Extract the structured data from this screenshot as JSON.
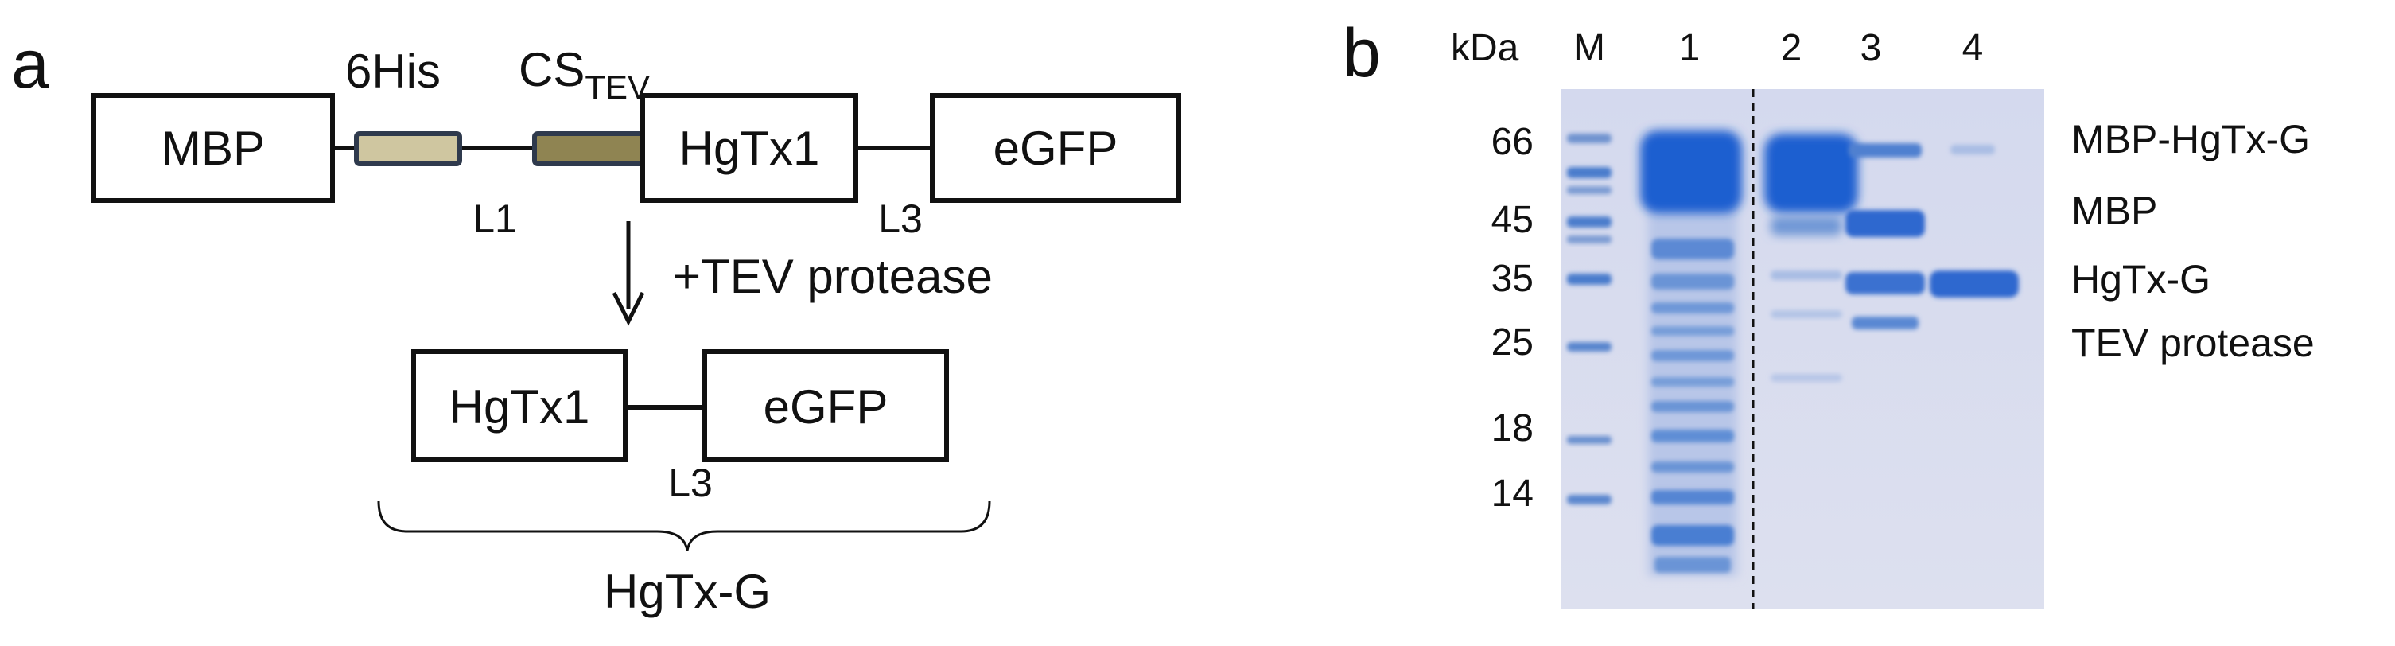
{
  "panel_a": {
    "letter": "a",
    "construct": {
      "mbp": "MBP",
      "his_tag": "6His",
      "cs_main": "CS",
      "cs_sub": "TEV",
      "hgtx1": "HgTx1",
      "egfp": "eGFP",
      "linker_l1": "L1",
      "linker_l3": "L3"
    },
    "arrow_label": "+TEV protease",
    "product": {
      "hgtx1": "HgTx1",
      "egfp": "eGFP",
      "linker_l3": "L3",
      "name": "HgTx-G"
    },
    "colors": {
      "his_tag_fill": "#cfc6a0",
      "cs_fill": "#8f8452",
      "tag_border": "#2f3a4d"
    }
  },
  "panel_b": {
    "letter": "b",
    "unit": "kDa",
    "lanes": [
      "M",
      "1",
      "2",
      "3",
      "4"
    ],
    "markers": [
      "66",
      "45",
      "35",
      "25",
      "18",
      "14"
    ],
    "bands": [
      "MBP-HgTx-G",
      "MBP",
      "HgTx-G",
      "TEV protease"
    ],
    "colors": {
      "gel_background": "#d9dced",
      "band_strong": "#2a66cc",
      "band_light": "#7fa3dc"
    }
  }
}
